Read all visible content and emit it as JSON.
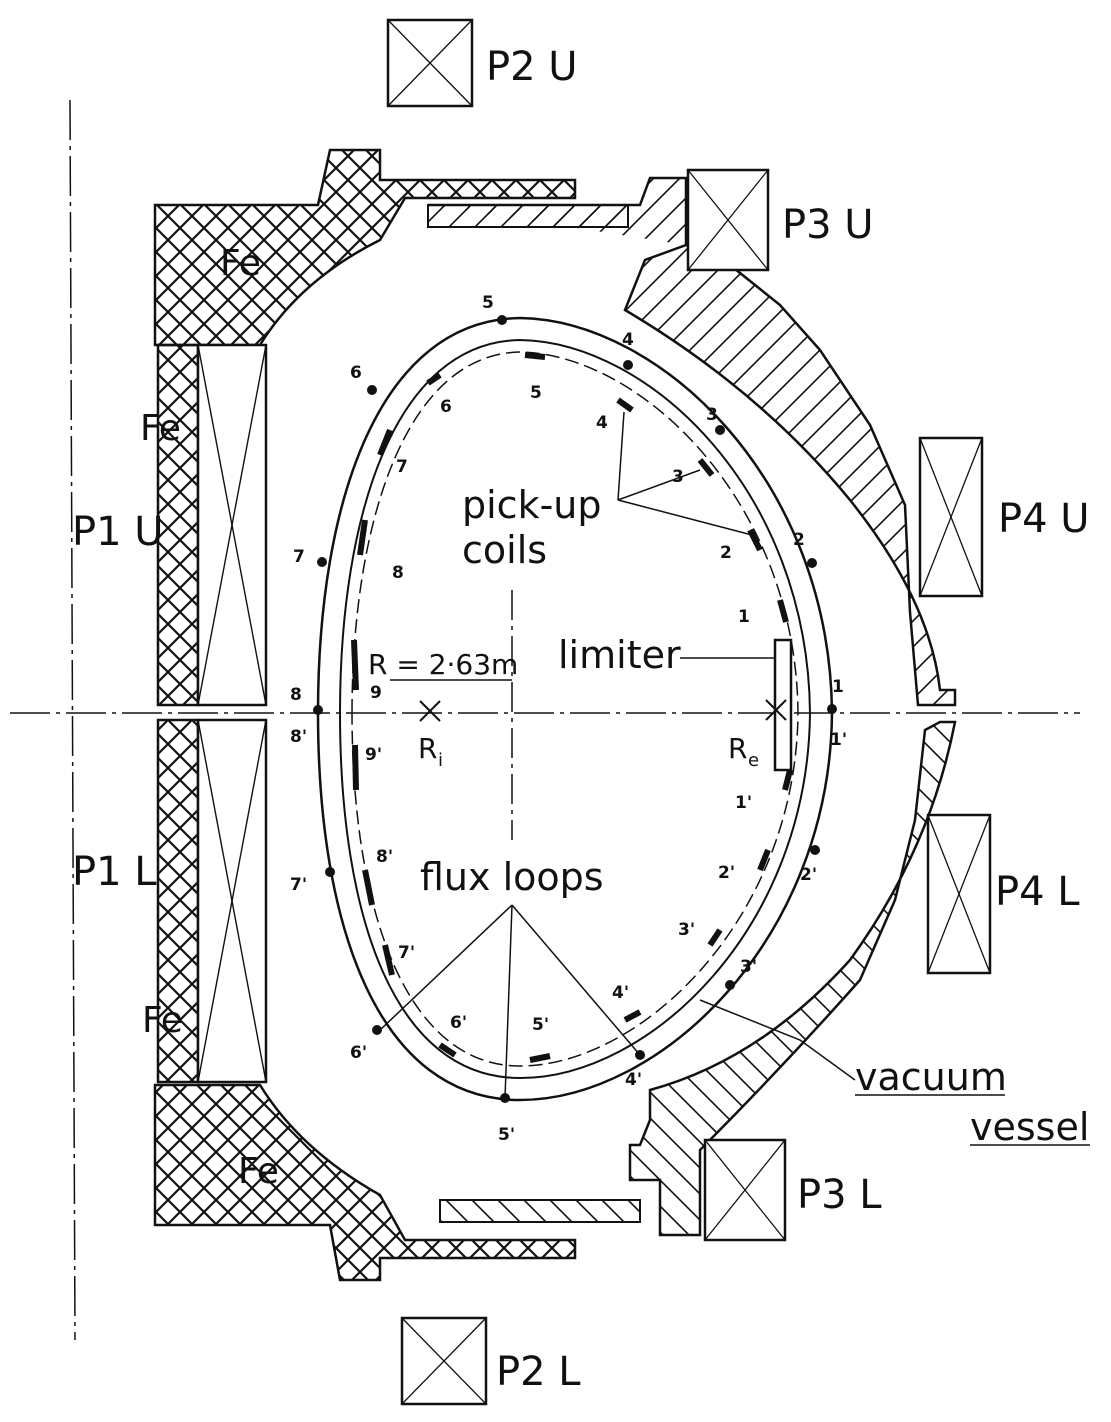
{
  "coils": {
    "p2u": "P2 U",
    "p3u": "P3 U",
    "p4u": "P4 U",
    "p1u": "P1 U",
    "p1l": "P1 L",
    "p4l": "P4 L",
    "p3l": "P3 L",
    "p2l": "P2 L"
  },
  "iron": {
    "top": "Fe",
    "upper_col": "Fe",
    "lower_col": "Fe",
    "bottom": "Fe"
  },
  "labels": {
    "pickup_line1": "pick-up",
    "pickup_line2": "coils",
    "limiter": "limiter",
    "radius": "R = 2·63m",
    "ri": "R",
    "ri_sub": "i",
    "re": "R",
    "re_sub": "e",
    "flux_loops": "flux loops",
    "vacuum": "vacuum",
    "vessel": "vessel"
  },
  "pickup_numbers": [
    "1",
    "2",
    "3",
    "4",
    "5",
    "6",
    "7",
    "8",
    "9",
    "1'",
    "2'",
    "3'",
    "4'",
    "5'",
    "6'",
    "7'",
    "8'",
    "9'"
  ],
  "flux_loop_numbers": [
    "1",
    "2",
    "3",
    "4",
    "5",
    "6",
    "7",
    "8",
    "1'",
    "2'",
    "3'",
    "4'",
    "5'",
    "6'",
    "7'",
    "8'"
  ],
  "colors": {
    "ink": "#111111",
    "paper": "#ffffff"
  }
}
